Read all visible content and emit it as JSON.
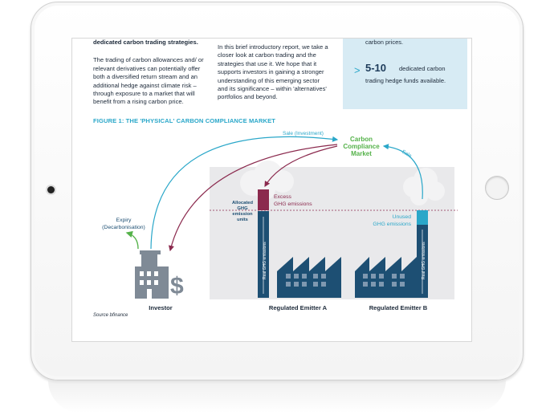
{
  "report": {
    "col1_heading": "dedicated carbon trading strategies.",
    "col1_body": "The trading of carbon allowances and/ or relevant derivatives can potentially offer both a diversified return stream and an additional hedge against climate risk – through exposure to a market that will benefit from a rising carbon price.",
    "col2_body": "In this brief introductory report, we take a closer look at carbon trading and the strategies that use it. We hope that it supports investors in gaining a stronger understanding of this emerging sector and its significance – within 'alternatives' portfolios and beyond.",
    "callout_top": "carbon prices.",
    "callout_bullet": ">",
    "callout_number": "5-10",
    "callout_rest": "dedicated carbon",
    "callout_line2": "trading hedge funds available."
  },
  "figure": {
    "title": "FIGURE 1: THE 'PHYSICAL' CARBON COMPLIANCE MARKET",
    "market_label_1": "Carbon",
    "market_label_2": "Compliance",
    "market_label_3": "Market",
    "sale_investment": "Sale (Investment)",
    "sale": "Sale",
    "expiry_1": "Expiry",
    "expiry_2": "(Decarbonisation)",
    "excess_1": "Excess",
    "excess_2": "GHG emissions",
    "allocated_1": "Allocated",
    "allocated_2": "GHG",
    "allocated_3": "emission",
    "allocated_4": "units",
    "unused_1": "Unused",
    "unused_2": "GHG emissions",
    "real_ghg": "Real GHG emissions",
    "investor": "Investor",
    "emitter_a": "Regulated Emitter A",
    "emitter_b": "Regulated Emitter B",
    "dollar": "$",
    "source": "Source bfinance"
  },
  "colors": {
    "navy": "#1d4f73",
    "teal": "#2aa7c9",
    "maroon": "#8b2a4e",
    "green": "#55b24a",
    "grey_bg": "#e8e8ea",
    "investor_grey": "#7f8a96"
  }
}
